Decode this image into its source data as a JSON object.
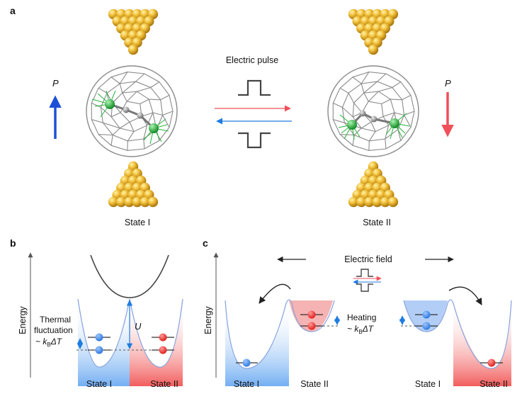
{
  "panels": {
    "a": {
      "letter": "a",
      "pulse_label": "Electric pulse",
      "p_left": "P",
      "p_right": "P",
      "state_left": "State I",
      "state_right": "State II",
      "colors": {
        "blue": "#1e4fd8",
        "red": "#f0505a",
        "gold": "#e2a51c",
        "green": "#22b83a"
      }
    },
    "b": {
      "letter": "b",
      "energy_label": "Energy",
      "thermal_line1": "Thermal",
      "thermal_line2": "fluctuation",
      "thermal_line3": "~ k",
      "thermal_sub": "B",
      "thermal_tail": "ΔT",
      "u_label": "U",
      "state_left": "State I",
      "state_right": "State II"
    },
    "c": {
      "letter": "c",
      "energy_label": "Energy",
      "field_label": "Electric field",
      "heating_line1": "Heating",
      "heating_line2": "~ k",
      "heating_sub": "B",
      "heating_tail": "ΔT",
      "state_1": "State I",
      "state_2": "State II",
      "state_3": "State I",
      "state_4": "State II"
    }
  }
}
